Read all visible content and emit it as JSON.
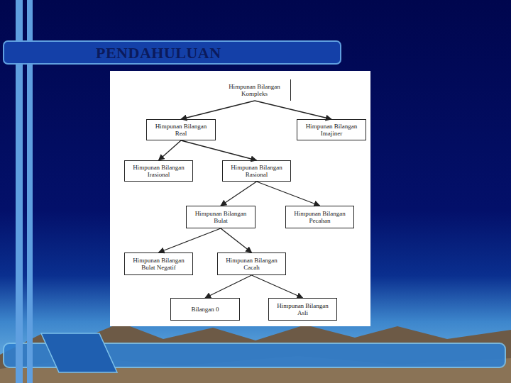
{
  "diagram": {
    "title": "PENDAHULUAN",
    "nodes": [
      {
        "text": [
          "Himpunan Bilangan Kompleks"
        ]
      },
      {
        "text": [
          "Himpunan Bilangan Real"
        ]
      },
      {
        "text": [
          "Himpunan Bilangan Imajiner"
        ]
      },
      {
        "text": [
          "Himpunan Bilangan Irasional"
        ]
      },
      {
        "text": [
          "Himpunan Bilangan Rasional"
        ]
      },
      {
        "text": [
          "Himpunan Bilangan Bulat"
        ]
      },
      {
        "text": [
          "Himpunan Bilangan Pecahan"
        ]
      },
      {
        "text": [
          "Himpunan Bilangan Bulat Negatif"
        ]
      },
      {
        "text": [
          "Himpunan Bilangan Cacah"
        ]
      },
      {
        "text": [
          "Bilangan 0"
        ]
      },
      {
        "text": [
          "Himpunan Bilangan Asli"
        ]
      }
    ],
    "edges": [
      {
        "from": 0,
        "to": 1,
        "arrow": "to"
      },
      {
        "from": 0,
        "to": 2,
        "arrow": "to"
      },
      {
        "from": 1,
        "to": 3,
        "arrow": "to"
      },
      {
        "from": 1,
        "to": 4,
        "arrow": "to"
      },
      {
        "from": 4,
        "to": 5,
        "arrow": "to"
      },
      {
        "from": 4,
        "to": 6,
        "arrow": "to"
      },
      {
        "from": 5,
        "to": 7,
        "arrow": "to"
      },
      {
        "from": 5,
        "to": 8,
        "arrow": "to"
      },
      {
        "from": 8,
        "to": 9,
        "arrow": "to"
      },
      {
        "from": 8,
        "to": 10,
        "arrow": "to"
      }
    ]
  }
}
